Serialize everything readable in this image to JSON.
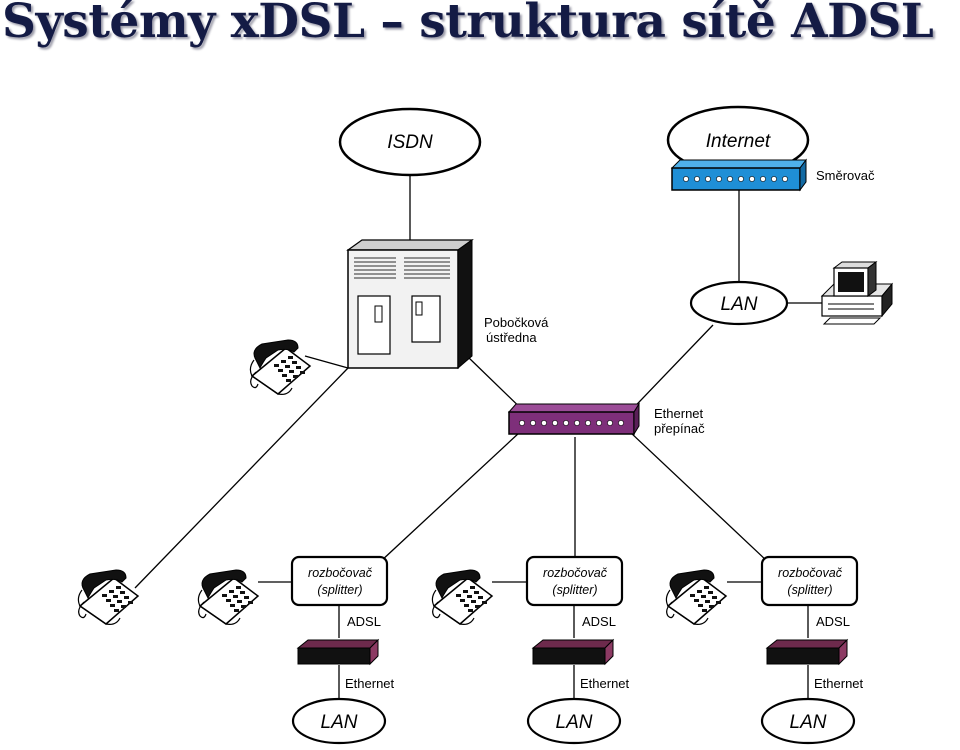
{
  "title": "Systémy xDSL – struktura sítě ADSL",
  "clouds": {
    "isdn": "ISDN",
    "internet": "Internet",
    "lan_top": "LAN",
    "lan_bottom": [
      "LAN",
      "LAN",
      "LAN"
    ]
  },
  "labels": {
    "router": "Směrovač",
    "pbx_line1": "Pobočková",
    "pbx_line2": "ústředna",
    "switch_line1": "Ethernet",
    "switch_line2": "přepínač"
  },
  "splitter": {
    "line1": "rozbočovač",
    "line2": "(splitter)"
  },
  "link_labels": {
    "adsl": "ADSL",
    "ethernet": "Ethernet"
  },
  "colors": {
    "title": "#141b45",
    "router": "#1f8fd6",
    "switch": "#7e2f7a",
    "modem": "#7a2b55"
  }
}
